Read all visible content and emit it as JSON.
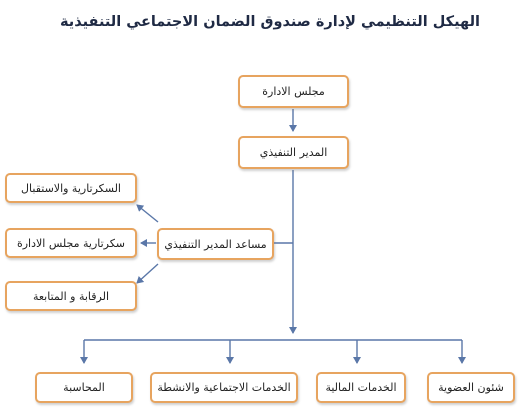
{
  "title": "الهيكل التنظيمي لإدارة صندوق الضمان الاجتماعي  التنفيذية",
  "colors": {
    "box_border": "#e7a45f",
    "connector": "#5a77a8",
    "title_text": "#1f2a44"
  },
  "nodes": {
    "board": "مجلس الادارة",
    "executive_director": "المدير التنفيذي",
    "assistant_director": "مساعد المدير التنفيذي",
    "secretariat_reception": "السكرتارية والاستقبال",
    "board_secretariat": "سكرتارية مجلس الادارة",
    "monitoring": "الرقابة و المتابعة",
    "membership_affairs": "شئون العضوية",
    "financial_services": "الخدمات المالية",
    "social_services": "الخدمات الاجتماعية والانشطة",
    "accounting": "المحاسبة"
  }
}
